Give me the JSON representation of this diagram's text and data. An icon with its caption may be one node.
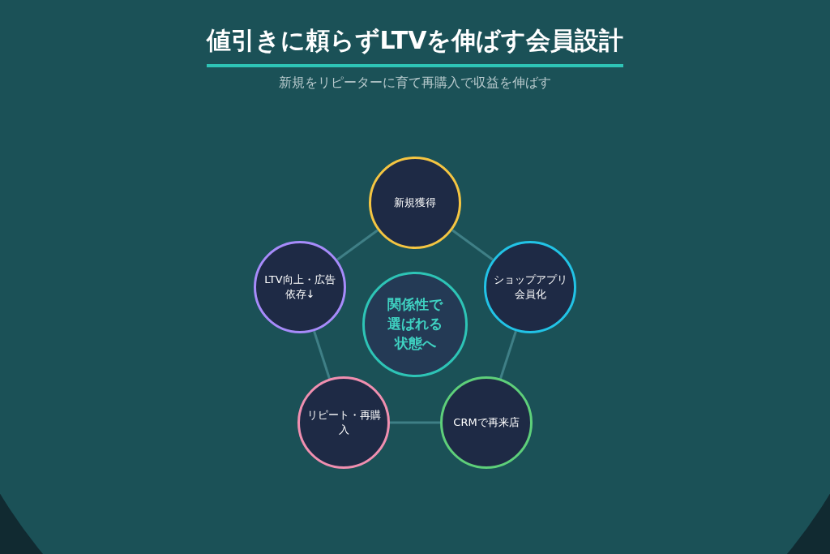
{
  "diagram": {
    "title": "値引きに頼らずLTVを伸ばす会員設計",
    "caption": "新規をリピーターに育て再購入で収益を伸ばす",
    "nodes": [
      {
        "text": [
          "新規獲得"
        ]
      },
      {
        "text": [
          "ショップアプリ会員化"
        ]
      },
      {
        "text": [
          "CRMで再来店"
        ]
      },
      {
        "text": [
          "リピート・再購入"
        ]
      },
      {
        "text": [
          "LTV向上・広告依存↓"
        ]
      },
      {
        "text": [
          "関係性で選ばれる状態へ"
        ]
      }
    ],
    "edges": [
      {
        "from": 0,
        "to": 1,
        "arrow": "none"
      },
      {
        "from": 1,
        "to": 2,
        "arrow": "none"
      },
      {
        "from": 2,
        "to": 3,
        "arrow": "none"
      },
      {
        "from": 3,
        "to": 4,
        "arrow": "none"
      },
      {
        "from": 4,
        "to": 0,
        "arrow": "none"
      }
    ]
  }
}
